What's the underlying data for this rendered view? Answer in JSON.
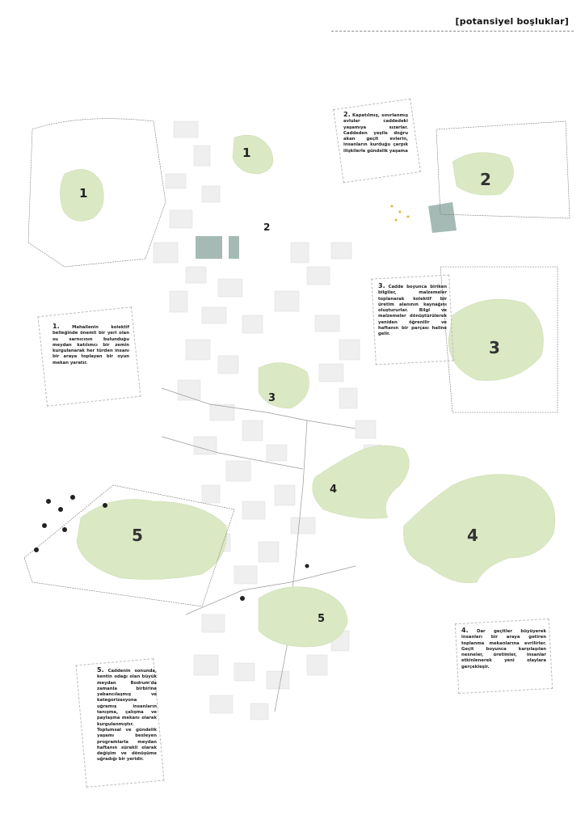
{
  "header": {
    "title": "[potansiyel boşluklar]"
  },
  "colors": {
    "green": "#dbe8c4",
    "building": "#ececec",
    "teal": "#8fa9a3",
    "accent": "#e0b63a"
  },
  "areas": [
    {
      "id": "1",
      "label": "1"
    },
    {
      "id": "1b",
      "label": "1"
    },
    {
      "id": "2",
      "label": "2"
    },
    {
      "id": "2b",
      "label": "2"
    },
    {
      "id": "3",
      "label": "3"
    },
    {
      "id": "3b",
      "label": "3"
    },
    {
      "id": "4",
      "label": "4"
    },
    {
      "id": "4b",
      "label": "4"
    },
    {
      "id": "5",
      "label": "5"
    },
    {
      "id": "5b",
      "label": "5"
    }
  ],
  "notes": [
    {
      "num": "1.",
      "text": "Mahallenin kolektif belleğinde önemli bir yeri olan su sarnıcının bulunduğu meydan katılımcı bir zemin kurgulanarak her türden insanı bir araya toplayan bir oyun mekan yaratır."
    },
    {
      "num": "2.",
      "text": "Kapatılmış, sınırlanmış avlular caddedeki yaşamıya sızarlar. Caddeden yeşile doğru akan geçit evlerin, insanların kurduğu çarpık ilişkilerle gündelik yaşama"
    },
    {
      "num": "3.",
      "text": "Cadde boyunca biriken bilgiler, malzemeler toplanarak kolektif bir üretim alanının kaynağını oluştururlar. Bilgi ve malzemeler dönüştürülerek yeniden öğrenilir ve haftanın bir parçası haline gelir."
    },
    {
      "num": "4.",
      "text": "Dar geçitler büyüyerek insanları bir araya getiren toplanma mekanlarına evrilirler. Geçit boyunca karşılaşılan nesneler, üretimler, insanlar etkinlenerek yeni olaylara gerçekleşir."
    },
    {
      "num": "5.",
      "text": "Caddenin sonunda, kentin odağı olan büyük meydan Bodrum'da zamanla birbirine yabancılaşmış ve kategorizasyona uğramış insanların tanışma, çalışma ve paylaşma mekanı olarak kurgulanmıştır. Toplumsal ve gündelik yaşamı besleyen programlarla meydan haftanın sürekli olarak değişim ve dönüşüme uğradığı bir yeridir."
    }
  ]
}
